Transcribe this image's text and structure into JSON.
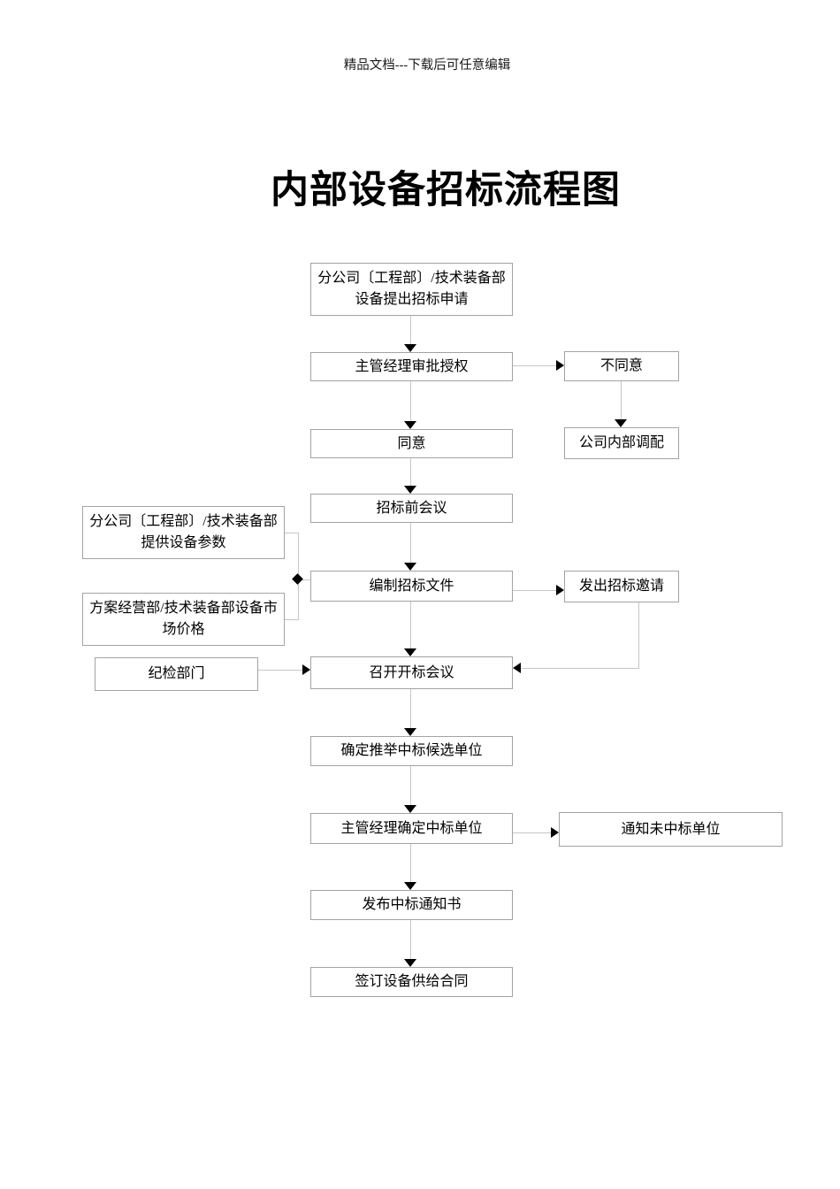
{
  "page": {
    "header_note": "精品文档---下载后可任意编辑",
    "title": "内部设备招标流程图"
  },
  "flowchart": {
    "colors": {
      "box_border": "#a3a3a3",
      "connector_line": "#c6c6c6",
      "arrow": "#000000"
    },
    "nodes": {
      "request": {
        "label": "分公司〔工程部〕/技术装备部设备提出招标申请"
      },
      "approve": {
        "label": "主管经理审批授权"
      },
      "disagree": {
        "label": "不同意"
      },
      "agree": {
        "label": "同意"
      },
      "redeploy": {
        "label": "公司内部调配"
      },
      "pre_meeting": {
        "label": "招标前会议"
      },
      "params": {
        "label": "分公司〔工程部〕/技术装备部提供设备参数"
      },
      "market_price": {
        "label": "方案经营部/技术装备部设备市场价格"
      },
      "compile": {
        "label": "编制招标文件"
      },
      "invite": {
        "label": "发出招标邀请"
      },
      "discipline": {
        "label": "纪检部门"
      },
      "open_meeting": {
        "label": "召开开标会议"
      },
      "candidates": {
        "label": "确定推举中标候选单位"
      },
      "confirm": {
        "label": "主管经理确定中标单位"
      },
      "notify": {
        "label": "通知未中标单位"
      },
      "announce": {
        "label": "发布中标通知书"
      },
      "contract": {
        "label": "签订设备供给合同"
      }
    },
    "edges": [
      {
        "from": "request",
        "to": "approve"
      },
      {
        "from": "approve",
        "to": "disagree"
      },
      {
        "from": "approve",
        "to": "agree"
      },
      {
        "from": "disagree",
        "to": "redeploy"
      },
      {
        "from": "agree",
        "to": "pre_meeting"
      },
      {
        "from": "pre_meeting",
        "to": "compile"
      },
      {
        "from": "params",
        "to": "compile"
      },
      {
        "from": "market_price",
        "to": "compile"
      },
      {
        "from": "compile",
        "to": "invite"
      },
      {
        "from": "invite",
        "to": "open_meeting"
      },
      {
        "from": "discipline",
        "to": "open_meeting"
      },
      {
        "from": "compile",
        "to": "open_meeting"
      },
      {
        "from": "open_meeting",
        "to": "candidates"
      },
      {
        "from": "candidates",
        "to": "confirm"
      },
      {
        "from": "confirm",
        "to": "notify"
      },
      {
        "from": "confirm",
        "to": "announce"
      },
      {
        "from": "announce",
        "to": "contract"
      }
    ]
  }
}
